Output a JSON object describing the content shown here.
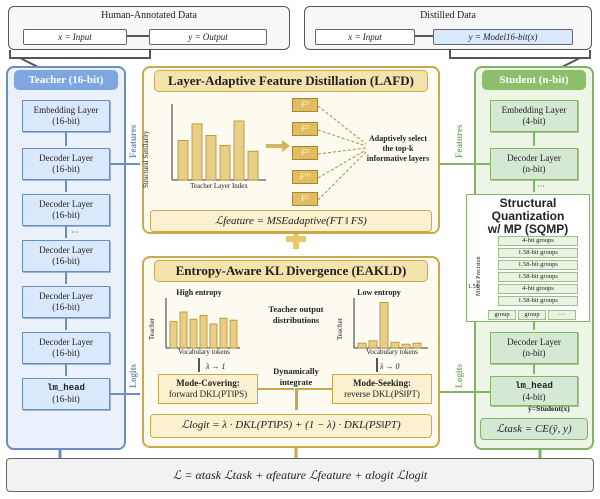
{
  "human_data": {
    "title": "Human-Annotated Data",
    "x": "x = Input",
    "y": "y = Output"
  },
  "distilled_data": {
    "title": "Distilled Data",
    "x": "x = Input",
    "y": "y = Model16-bit(x)"
  },
  "teacher": {
    "title": "Teacher (16-bit)",
    "embedding": [
      "Embedding Layer",
      "(16-bit)"
    ],
    "decoder": [
      "Decoder Layer",
      "(16-bit)"
    ],
    "dots": "···",
    "lm_head": [
      "lm_head",
      "(16-bit)"
    ],
    "features_label": "Features",
    "logits_label": "Logits"
  },
  "student": {
    "title": "Student (n-bit)",
    "embedding": [
      "Embedding Layer",
      "(4-bit)"
    ],
    "decoder": [
      "Decoder Layer",
      "(n-bit)"
    ],
    "dots": "···",
    "lm_head": [
      "lm_head",
      "(4-bit)"
    ],
    "sqmp_title": [
      "Structural",
      "Quantization",
      "w/ MP (SQMP)"
    ],
    "groups": [
      "4-bit groups",
      "1.58-bit groups",
      "1.58-bit groups",
      "1.58-bit groups",
      "4-bit groups",
      "1.58-bit groups"
    ],
    "mixed_label": "Mixed Precision",
    "bit_label": "1.58",
    "group_row": [
      "group",
      "group",
      "···"
    ],
    "yhat": "ŷ=Student(x)",
    "features_label": "Features",
    "logits_label": "Logits",
    "task_loss": "ℒtask = CE(ŷ, y)"
  },
  "lafd": {
    "title": "Layer-Adaptive Feature Distillation (LAFD)",
    "ylabel": "Structural Similarity",
    "xlabel": "Teacher Layer Index",
    "layers": [
      "F¹",
      "F²",
      "F³",
      "F⁽ⁱ⁾",
      "Fᴸ"
    ],
    "note": [
      "Adaptively select",
      "the top-k",
      "informative layers"
    ],
    "formula": "ℒfeature = MSEadaptive(FT ‖ FS)"
  },
  "eakld": {
    "title": "Entropy-Aware KL Divergence (EAKLD)",
    "high_entropy": "High entropy",
    "low_entropy": "Low entropy",
    "teacher_label": "Teacher",
    "vocab": "Vocabulary tokens",
    "center_note": [
      "Teacher output",
      "distributions"
    ],
    "lambda_high": "λ → 1",
    "lambda_low": "λ → 0",
    "dynamic": [
      "Dynamically",
      "integrate"
    ],
    "mode_cov": [
      "Mode-Covering:",
      "forward DKL(PT‖PS)"
    ],
    "mode_seek": [
      "Mode-Seeking:",
      "reverse DKL(PS‖PT)"
    ],
    "formula": "ℒlogit = λ · DKL(PT‖PS) + (1 − λ) · DKL(PS‖PT)"
  },
  "final": "ℒ = αtask ℒtask + αfeature ℒfeature + αlogit ℒlogit",
  "chart_data": [
    {
      "type": "bar",
      "title": "",
      "ylabel": "Structural Similarity",
      "xlabel": "Teacher Layer Index",
      "values": [
        0.55,
        0.78,
        0.62,
        0.48,
        0.82,
        0.4
      ]
    },
    {
      "type": "bar",
      "title": "High entropy",
      "ylabel": "Teacher",
      "xlabel": "Vocabulary tokens",
      "values": [
        0.55,
        0.75,
        0.6,
        0.68,
        0.5,
        0.62,
        0.58
      ]
    },
    {
      "type": "bar",
      "title": "Low entropy",
      "ylabel": "Teacher",
      "xlabel": "Vocabulary tokens",
      "values": [
        0.1,
        0.15,
        0.95,
        0.12,
        0.08,
        0.1
      ]
    }
  ],
  "colors": {
    "teacher": "#6c8ebf",
    "student": "#82b366",
    "panel": "#c9a94b"
  }
}
